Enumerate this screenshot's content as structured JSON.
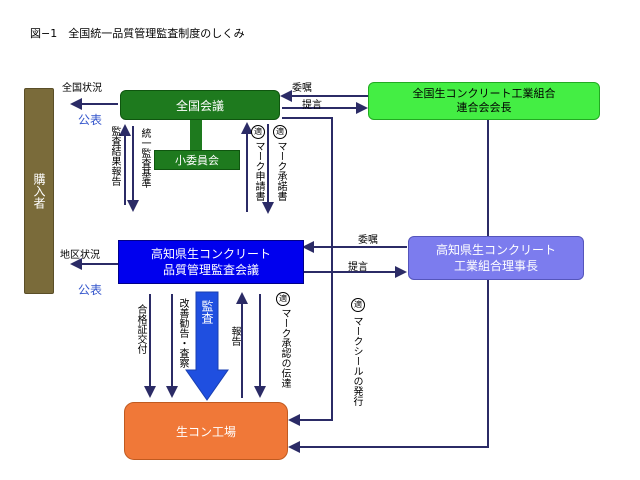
{
  "title": "図−1　全国統一品質管理監査制度のしくみ",
  "buyer": "購入者",
  "national_meeting": "全国会議",
  "subcommittee": "小委員会",
  "national_union": {
    "line1": "全国生コンクリート工業組合",
    "line2": "連合会会長"
  },
  "kochi_meeting": {
    "line1": "高知県生コンクリート",
    "line2": "品質管理監査会議"
  },
  "kochi_union": {
    "line1": "高知県生コンクリート",
    "line2": "工業組合理事長"
  },
  "plant": "生コン工場",
  "labels": {
    "national_status": "全国状況",
    "public1": "公表",
    "commission1": "委嘱",
    "proposal1": "提言",
    "audit_report": "監査結果報告",
    "unified_standard": "統一監査基準",
    "mark_apply": "マーク申請書",
    "mark_consent": "マーク承諾書",
    "tek": "適",
    "regional_status": "地区状況",
    "public2": "公表",
    "commission2": "委嘱",
    "proposal2": "提言",
    "pass_cert": "合格証交付",
    "improve": "改善勧告・査察",
    "audit": "監査",
    "report": "報告",
    "mark_consent_notice": "マーク承認の伝達",
    "mark_seal": "マークシールの発行"
  }
}
